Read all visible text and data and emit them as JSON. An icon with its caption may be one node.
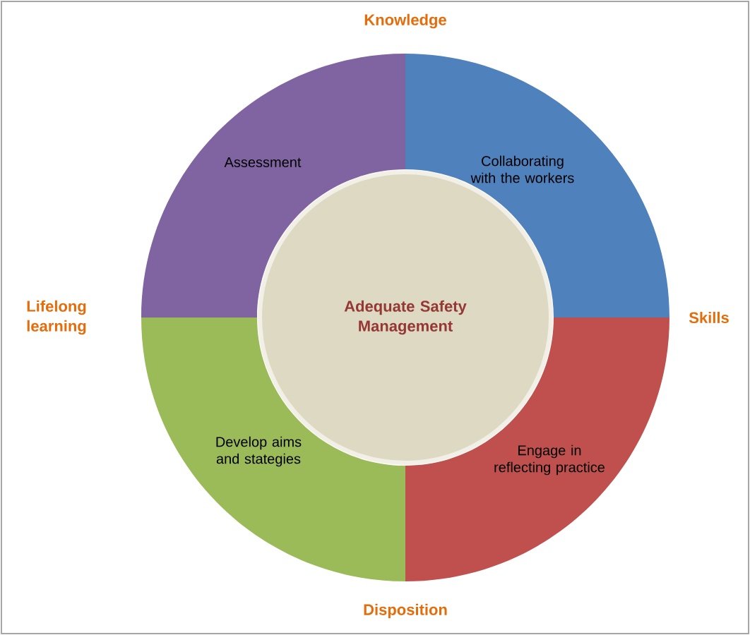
{
  "diagram": {
    "nodes": [
      {
        "text": [
          "Assessment"
        ]
      },
      {
        "text": [
          "Collaborating with the workers"
        ]
      },
      {
        "text": [
          "Adequate Safety Management"
        ]
      },
      {
        "text": [
          "Develop aims and stategies"
        ]
      },
      {
        "text": [
          "Engage in reflecting practice"
        ]
      }
    ],
    "labels": [
      "Knowledge",
      "Lifelong learning",
      "Skills",
      "Disposition"
    ]
  }
}
